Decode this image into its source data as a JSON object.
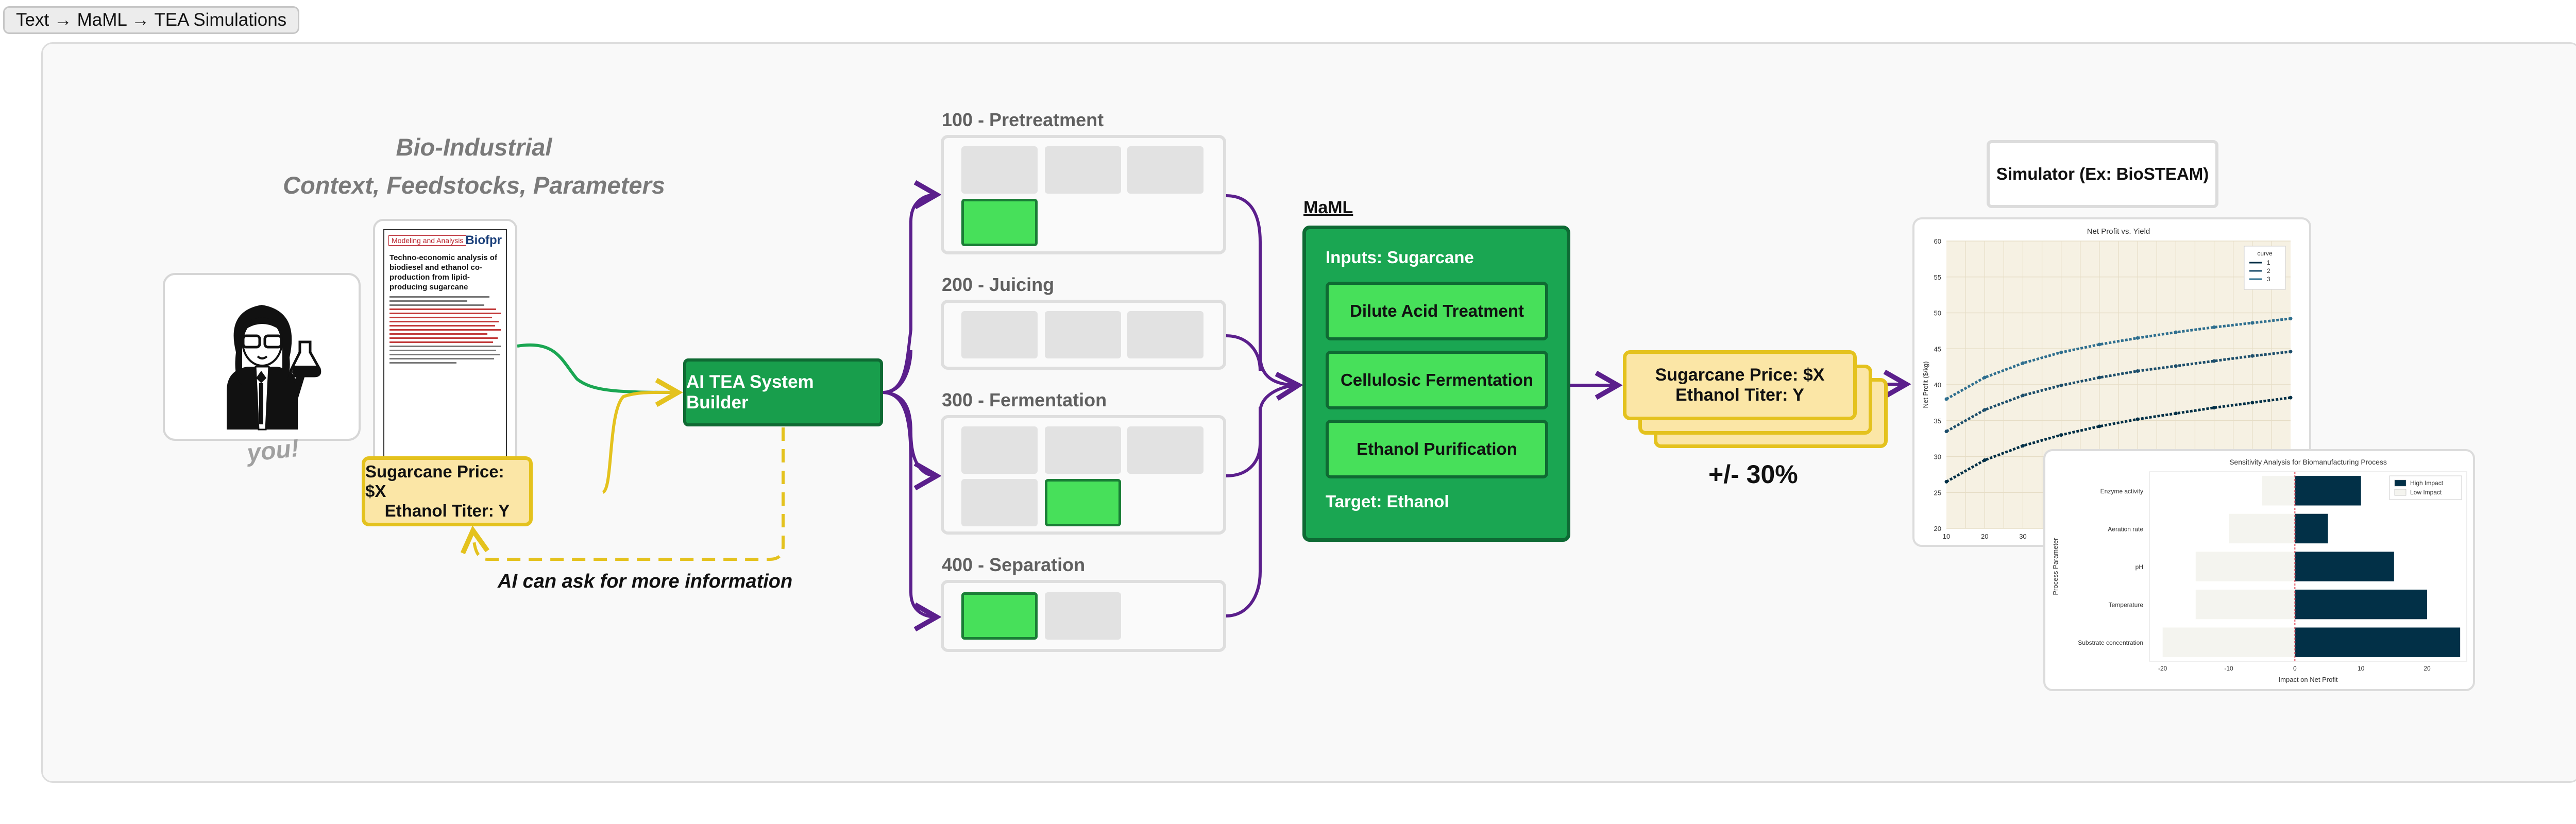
{
  "frame_title": "Text → MaML → TEA Simulations",
  "context": {
    "title_line1": "Bio-Industrial",
    "title_line2": "Context, Feedstocks, Parameters"
  },
  "user_label": "you!",
  "paper": {
    "tag": "Modeling and Analysis",
    "logo": "Biofpr",
    "title": "Techno-economic analysis of biodiesel and ethanol co-production from lipid-producing sugarcane"
  },
  "params": {
    "line1": "Sugarcane Price: $X",
    "line2": "Ethanol Titer: Y"
  },
  "builder_label": "AI TEA System Builder",
  "ask_label": "AI can ask for more information",
  "stages": [
    {
      "label": "100 - Pretreatment"
    },
    {
      "label": "200 - Juicing"
    },
    {
      "label": "300 - Fermentation"
    },
    {
      "label": "400 - Separation"
    }
  ],
  "maml": {
    "label": "MaML",
    "inputs": "Inputs: Sugarcane",
    "steps": [
      "Dilute Acid Treatment",
      "Cellulosic Fermentation",
      "Ethanol Purification"
    ],
    "target": "Target: Ethanol"
  },
  "variation_label": "+/- 30%",
  "simulator_label": "Simulator (Ex: BioSTEAM)",
  "colors": {
    "green_dark": "#0f6a33",
    "green": "#1aa652",
    "green_light": "#47e05a",
    "yellow": "#fbe6a6",
    "yellow_border": "#e4c21e",
    "purple": "#5b1f8c",
    "navy": "#023047"
  },
  "chart_data": [
    {
      "type": "line",
      "title": "Net Profit vs. Yield",
      "xlabel": "",
      "ylabel": "Net Profit ($/kg)",
      "legend_title": "curve",
      "legend_position": "top-right",
      "x_ticks": [
        10,
        20,
        30
      ],
      "y_ticks": [
        20,
        25,
        30,
        35,
        40,
        45,
        50,
        55,
        60
      ],
      "ylim": [
        20,
        60
      ],
      "xlim": [
        10,
        100
      ],
      "grid": true,
      "series": [
        {
          "name": "1",
          "x": [
            10,
            20,
            30,
            40,
            50,
            60,
            70,
            80,
            90,
            100
          ],
          "y": [
            26.5,
            29.5,
            31.5,
            33.0,
            34.2,
            35.2,
            36.0,
            36.8,
            37.5,
            38.2
          ]
        },
        {
          "name": "2",
          "x": [
            10,
            20,
            30,
            40,
            50,
            60,
            70,
            80,
            90,
            100
          ],
          "y": [
            33.5,
            36.5,
            38.5,
            39.9,
            41.0,
            41.9,
            42.6,
            43.3,
            44.0,
            44.6
          ]
        },
        {
          "name": "3",
          "x": [
            10,
            20,
            30,
            40,
            50,
            60,
            70,
            80,
            90,
            100
          ],
          "y": [
            38.0,
            41.0,
            43.0,
            44.5,
            45.6,
            46.5,
            47.3,
            48.0,
            48.6,
            49.2
          ]
        }
      ]
    },
    {
      "type": "bar",
      "orientation": "horizontal",
      "title": "Sensitivity Analysis for Biomanufacturing Process",
      "xlabel": "Impact on Net Profit",
      "ylabel": "Process Parameter",
      "categories": [
        "Enzyme activity",
        "Aeration rate",
        "pH",
        "Temperature",
        "Substrate concentration"
      ],
      "x_ticks": [
        -20,
        -10,
        0,
        10,
        20
      ],
      "xlim": [
        -22,
        26
      ],
      "legend_position": "top-right",
      "series": [
        {
          "name": "High Impact",
          "values": [
            10,
            5,
            15,
            20,
            25
          ]
        },
        {
          "name": "Low Impact",
          "values": [
            -5,
            -10,
            -15,
            -15,
            -20
          ]
        }
      ]
    }
  ]
}
